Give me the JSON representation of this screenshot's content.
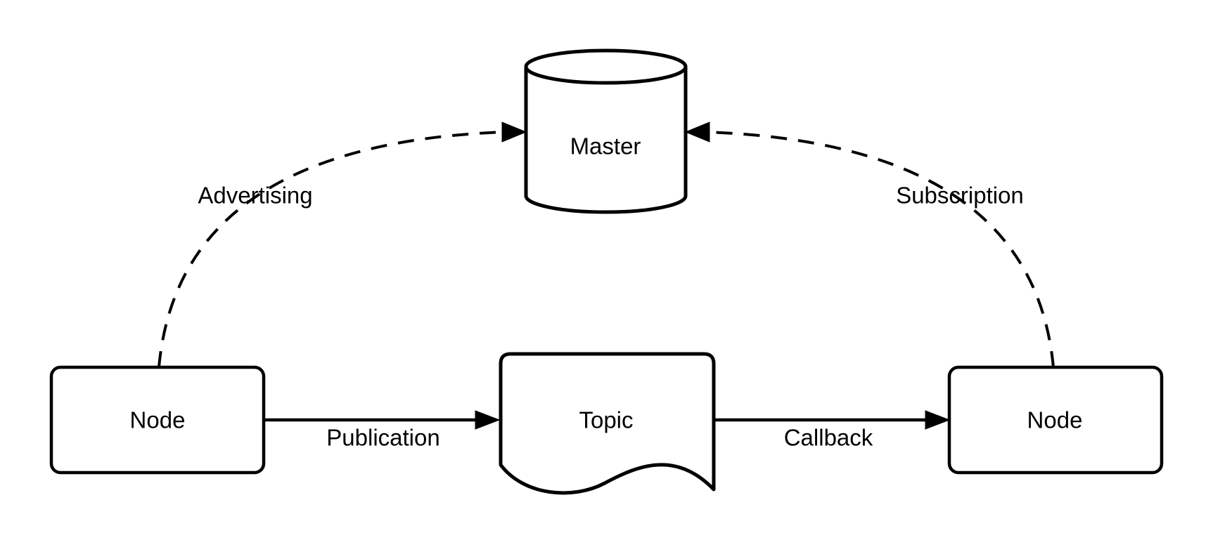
{
  "diagram": {
    "type": "ros-computation-graph",
    "colors": {
      "stroke": "#000000",
      "background": "#ffffff",
      "text": "#000000"
    },
    "nodes": [
      {
        "id": "master",
        "label": "Master",
        "shape": "cylinder"
      },
      {
        "id": "node-left",
        "label": "Node",
        "shape": "rounded-rectangle"
      },
      {
        "id": "topic",
        "label": "Topic",
        "shape": "document"
      },
      {
        "id": "node-right",
        "label": "Node",
        "shape": "rounded-rectangle"
      }
    ],
    "edges": [
      {
        "id": "advertising",
        "label": "Advertising",
        "from": "node-left",
        "to": "master",
        "style": "dashed",
        "arrow": "filled-triangle"
      },
      {
        "id": "subscription",
        "label": "Subscription",
        "from": "node-right",
        "to": "master",
        "style": "dashed",
        "arrow": "filled-triangle"
      },
      {
        "id": "publication",
        "label": "Publication",
        "from": "node-left",
        "to": "topic",
        "style": "solid",
        "arrow": "filled-triangle"
      },
      {
        "id": "callback",
        "label": "Callback",
        "from": "topic",
        "to": "node-right",
        "style": "solid",
        "arrow": "filled-triangle"
      }
    ]
  }
}
